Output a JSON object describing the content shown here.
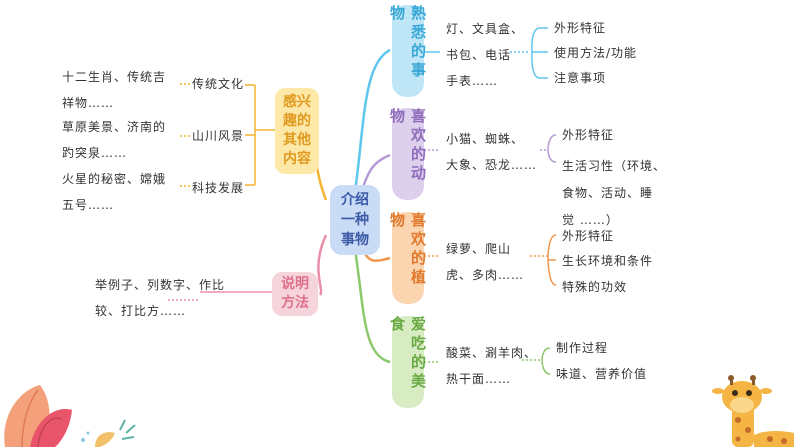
{
  "center": "介绍\n一种\n事物",
  "left": {
    "interest": {
      "label": "感兴\n趣的\n其他\n内容",
      "items": [
        {
          "label": "传统文化",
          "example": "十二生肖、传统吉\n祥物……"
        },
        {
          "label": "山川风景",
          "example": "草原美景、济南的\n趵突泉……"
        },
        {
          "label": "科技发展",
          "example": "火星的秘密、嫦娥\n五号……"
        }
      ]
    },
    "method": {
      "label": "说明\n方法",
      "example": "举例子、列数字、作比\n较、打比方……"
    }
  },
  "right": [
    {
      "label": "熟悉的事物",
      "examples": "灯、文具盒、\n书包、电话\n手表……",
      "points": [
        "外形特征",
        "使用方法/功能",
        "注意事项"
      ]
    },
    {
      "label": "喜欢的动物",
      "examples": "小猫、蜘蛛、\n大象、恐龙……",
      "points": [
        "外形特征",
        "生活习性（环境、\n食物、活动、睡\n觉 ……）"
      ]
    },
    {
      "label": "喜欢的植物",
      "examples": "绿萝、爬山\n虎、多肉……",
      "points": [
        "外形特征",
        "生长环境和条件",
        "特殊的功效"
      ]
    },
    {
      "label": "爱吃的美食",
      "examples": "酸菜、涮羊肉、\n热干面……",
      "points": [
        "制作过程",
        "味道、营养价值"
      ]
    }
  ],
  "colors": {
    "center": "#c9dbf5",
    "interest": "#fde8a8",
    "method": "#f6d4dc",
    "familiar": "#bfe6f6",
    "animal": "#ddd0ec",
    "plant": "#fbd4b0",
    "food": "#d8ecc4"
  }
}
